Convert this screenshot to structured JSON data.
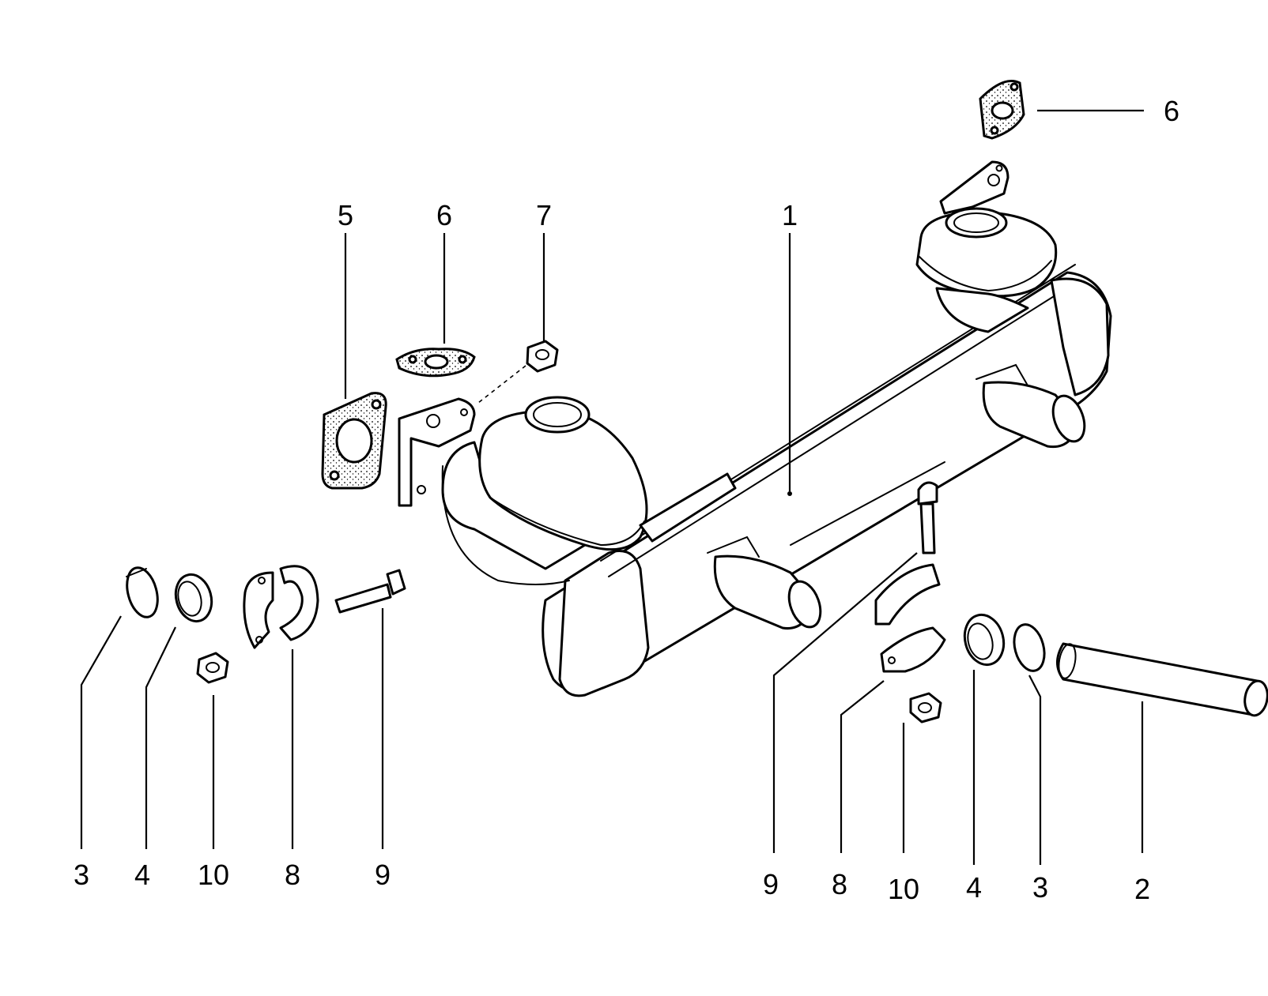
{
  "callouts": [
    {
      "id": "c1",
      "text": "1"
    },
    {
      "id": "c2",
      "text": "2"
    },
    {
      "id": "c3L",
      "text": "3"
    },
    {
      "id": "c3R",
      "text": "3"
    },
    {
      "id": "c4L",
      "text": "4"
    },
    {
      "id": "c4R",
      "text": "4"
    },
    {
      "id": "c5",
      "text": "5"
    },
    {
      "id": "c6L",
      "text": "6"
    },
    {
      "id": "c6R",
      "text": "6"
    },
    {
      "id": "c7",
      "text": "7"
    },
    {
      "id": "c8L",
      "text": "8"
    },
    {
      "id": "c8R",
      "text": "8"
    },
    {
      "id": "c9L",
      "text": "9"
    },
    {
      "id": "c9R",
      "text": "9"
    },
    {
      "id": "c10L",
      "text": "10"
    },
    {
      "id": "c10R",
      "text": "10"
    }
  ]
}
